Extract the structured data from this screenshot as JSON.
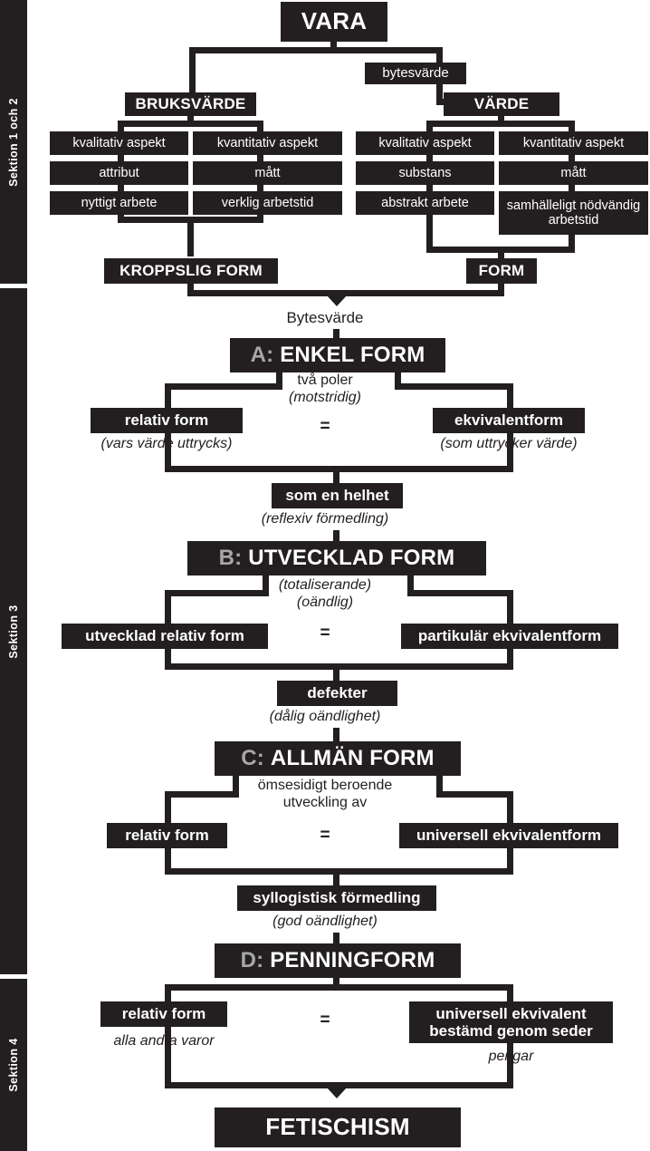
{
  "sections": [
    {
      "label": "Sektion 1 och 2"
    },
    {
      "label": "Sektion 3"
    },
    {
      "label": "Sektion 4"
    }
  ],
  "top": {
    "root": "VARA",
    "bytesvarde_small": "bytesvärde",
    "bruksvarde": "BRUKSVÄRDE",
    "varde": "VÄRDE",
    "bruks_left": {
      "aspect": "kvalitativ aspekt",
      "row2": "attribut",
      "row3": "nyttigt arbete"
    },
    "bruks_right": {
      "aspect": "kvantitativ aspekt",
      "row2": "mått",
      "row3": "verklig arbetstid"
    },
    "varde_left": {
      "aspect": "kvalitativ aspekt",
      "row2": "substans",
      "row3": "abstrakt arbete"
    },
    "varde_right": {
      "aspect": "kvantitativ aspekt",
      "row2": "mått",
      "row3": "samhälleligt nödvändig arbetstid"
    },
    "kroppslig_form": "KROPPSLIG FORM",
    "form": "FORM"
  },
  "stage_a": {
    "incoming": "Bytesvärde",
    "prefix": "A:",
    "title": "ENKEL FORM",
    "note1": "två poler",
    "note2": "(motstridig)",
    "equals": "=",
    "left_box": "relativ form",
    "left_note": "(vars värde uttrycks)",
    "right_box": "ekvivalentform",
    "right_note": "(som uttrycker värde)",
    "merge_box": "som en helhet",
    "merge_note": "(reflexiv förmedling)"
  },
  "stage_b": {
    "prefix": "B:",
    "title": "UTVECKLAD FORM",
    "note1": "(totaliserande)",
    "note2": "(oändlig)",
    "equals": "=",
    "left_box": "utvecklad relativ form",
    "right_box": "partikulär ekvivalentform",
    "merge_box": "defekter",
    "merge_note": "(dålig oändlighet)"
  },
  "stage_c": {
    "prefix": "C:",
    "title": "ALLMÄN FORM",
    "note1": "ömsesidigt beroende",
    "note2": "utveckling av",
    "equals": "=",
    "left_box": "relativ form",
    "right_box": "universell ekvivalentform",
    "merge_box": "syllogistisk förmedling",
    "merge_note": "(god oändlighet)"
  },
  "stage_d": {
    "prefix": "D:",
    "title": "PENNINGFORM",
    "equals": "=",
    "left_box": "relativ form",
    "left_note": "alla andra varor",
    "right_box": "universell ekvivalent bestämd genom seder",
    "right_note": "pengar"
  },
  "footer": {
    "title": "FETISCHISM"
  },
  "colors": {
    "ink": "#231f20",
    "paper": "#ffffff",
    "accent_grey": "#a7a7a7"
  }
}
